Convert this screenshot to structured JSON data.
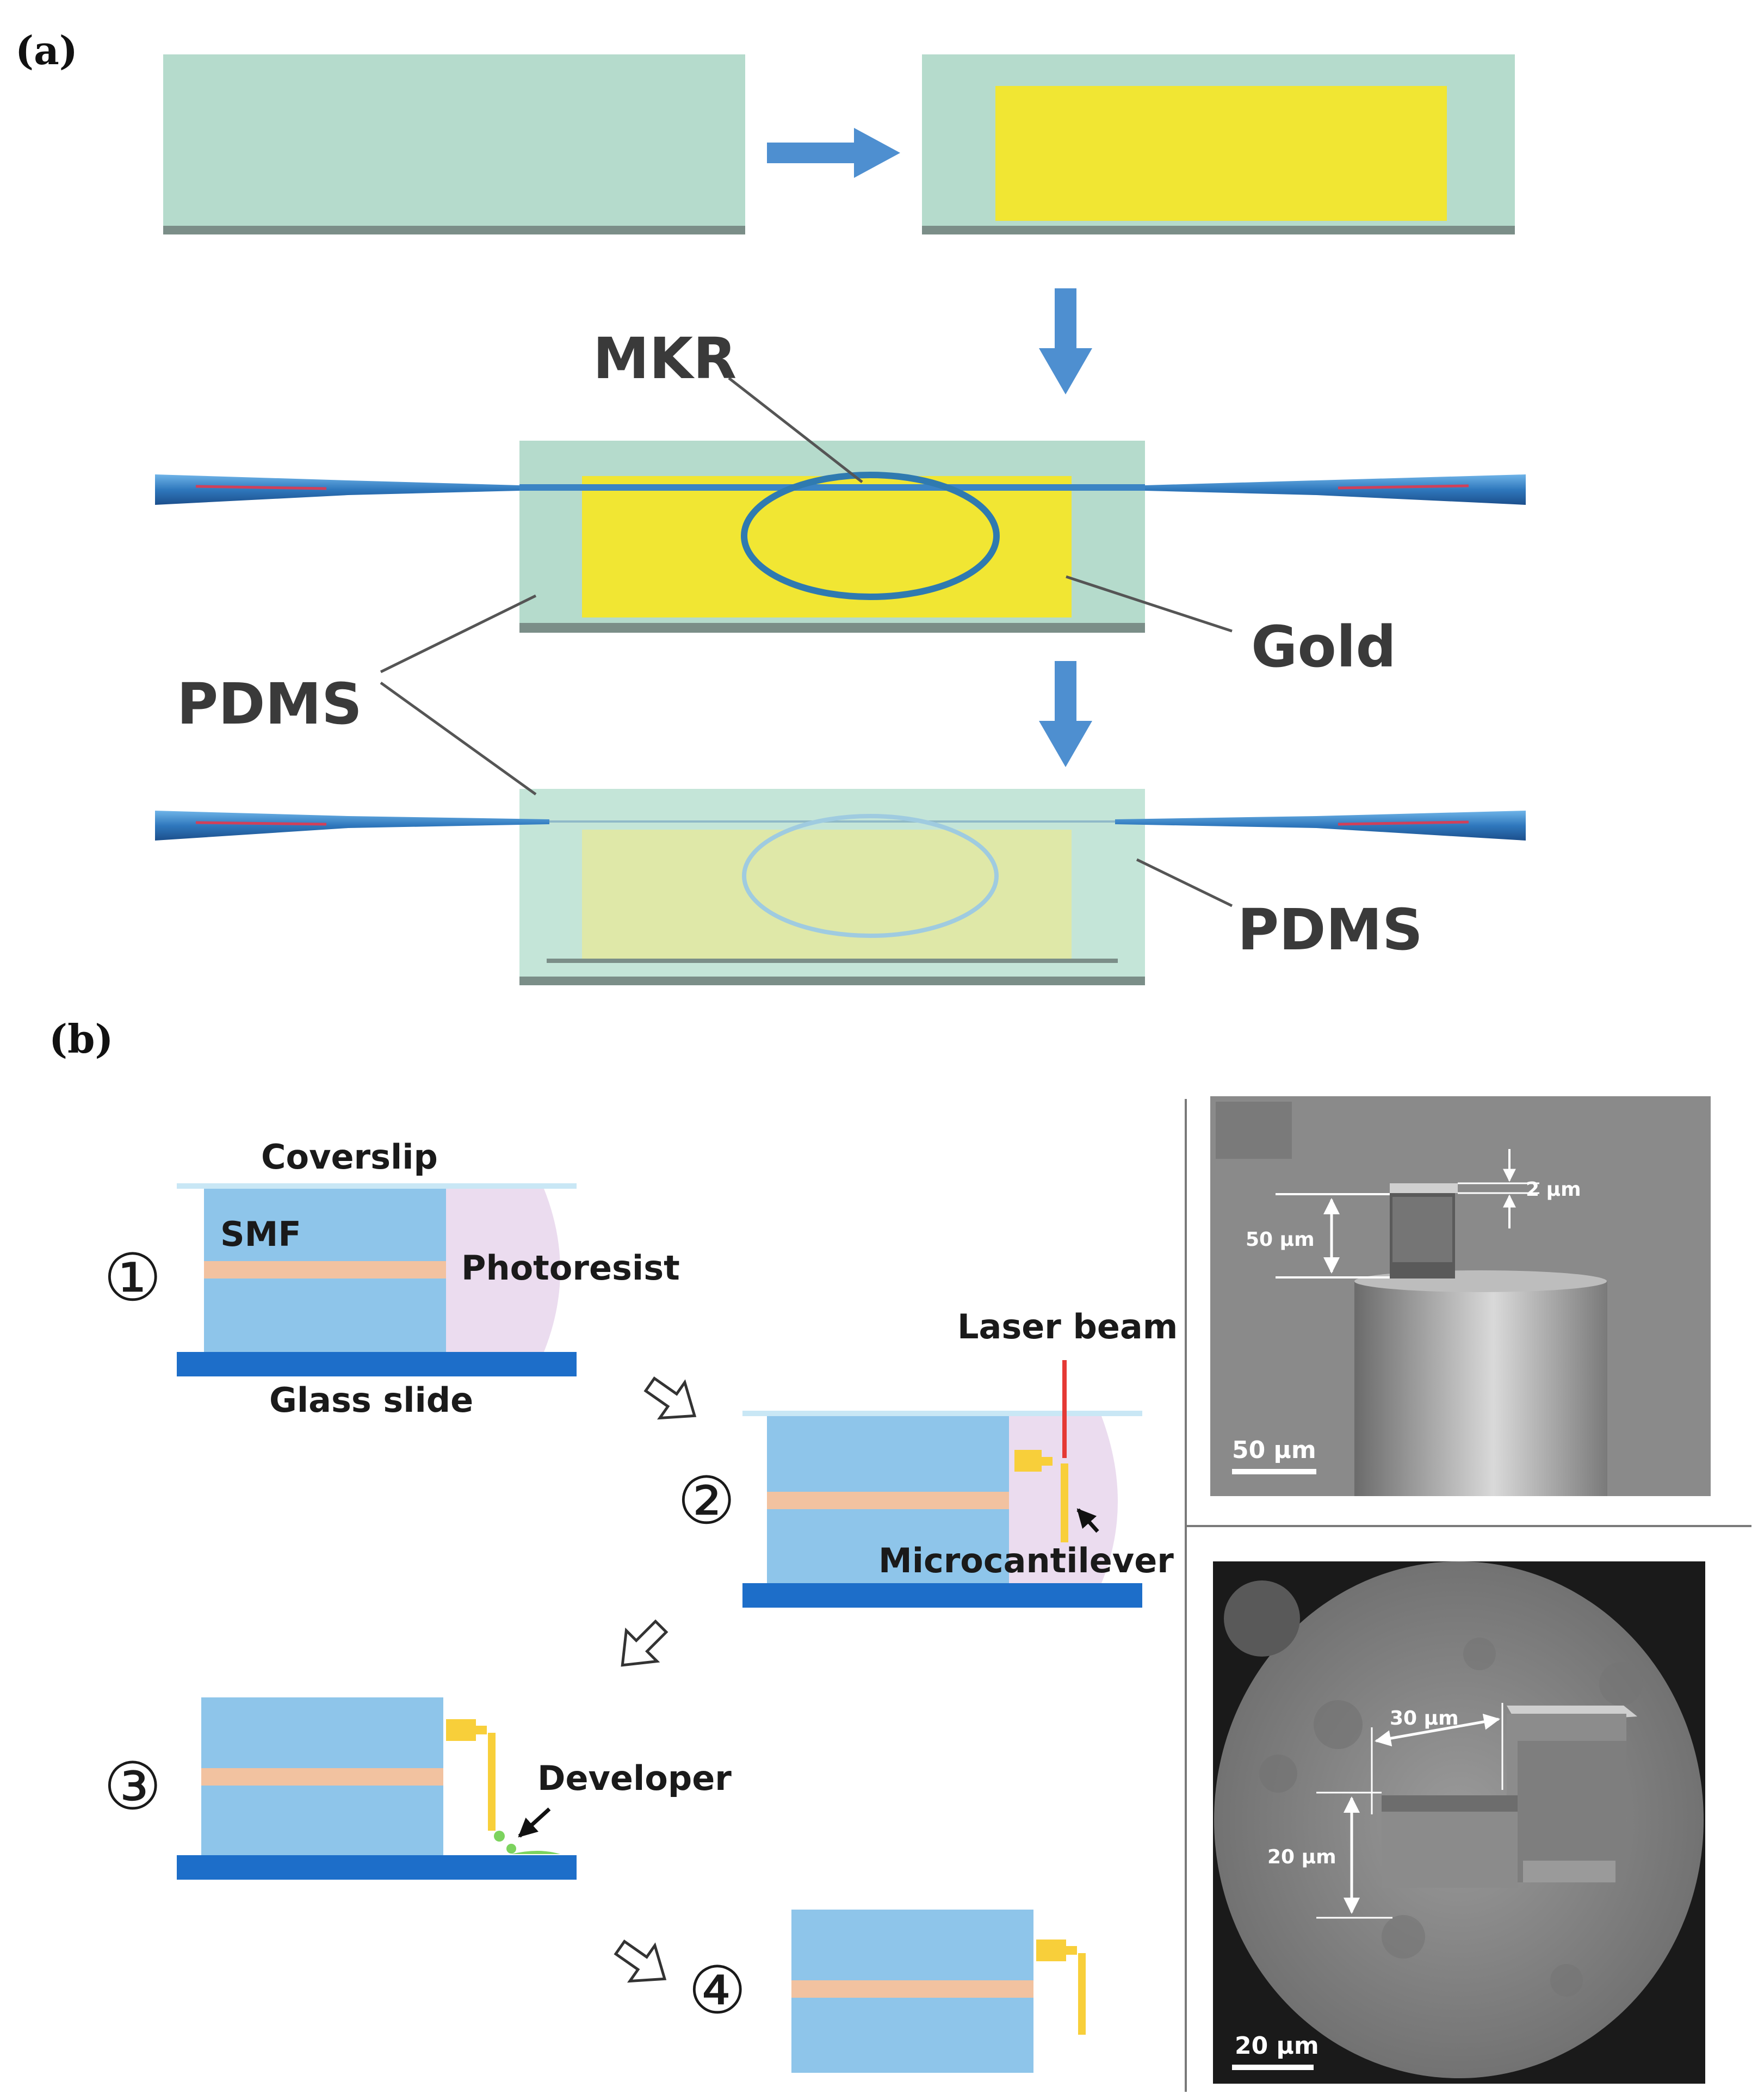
{
  "panel_a": {
    "tag": "(a)",
    "labels": {
      "mkr": "MKR",
      "gold": "Gold",
      "pdms_left": "PDMS",
      "pdms_right": "PDMS"
    }
  },
  "panel_b": {
    "tag": "(b)",
    "steps": {
      "step1": "①",
      "step2": "②",
      "step3": "③",
      "step4": "④"
    },
    "labels": {
      "coverslip": "Coverslip",
      "smf": "SMF",
      "photoresist": "Photoresist",
      "glass_slide": "Glass slide",
      "laser_beam": "Laser beam",
      "microcantilever": "Microcantilever",
      "developer": "Developer"
    },
    "sem_top": {
      "dim_height": "50 μm",
      "dim_thickness": "2 μm",
      "scale_bar": "50 μm"
    },
    "sem_bottom": {
      "dim_length": "30 μm",
      "dim_width": "20 μm",
      "scale_bar": "20 μm"
    }
  },
  "colors": {
    "substrate": "#b5dbcc",
    "substrate_edge": "#7b8e88",
    "gold": "#f1e633",
    "fiber": "#3b84c4",
    "flow_arrow": "#4e8fd0",
    "smf_blue": "#8ec5ea",
    "core": "#f2c2a0",
    "photoresist": "#ebdcef",
    "glass": "#1d6ec9",
    "cantilever": "#f8cf3a",
    "laser": "#e53935",
    "sem_bg": "#8a8a8a"
  }
}
